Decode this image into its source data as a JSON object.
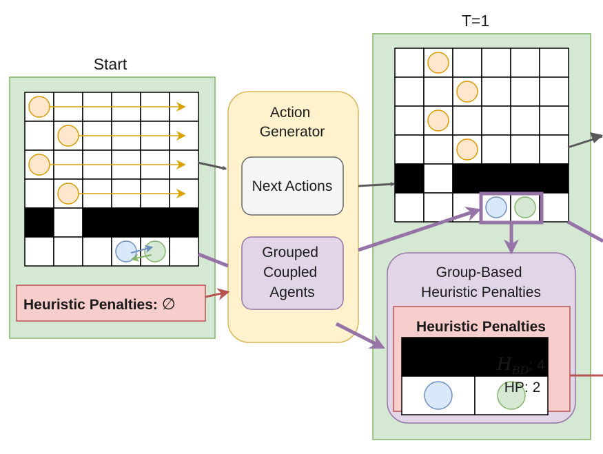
{
  "labels": {
    "start": "Start",
    "t1": "T=1",
    "action_generator_line1": "Action",
    "action_generator_line2": "Generator",
    "next_actions": "Next Actions",
    "grouped_line1": "Grouped",
    "grouped_line2": "Coupled",
    "grouped_line3": "Agents",
    "hp_left_prefix": "Heuristic Penalties: ",
    "hp_left_symbol": "∅",
    "group_based_line1": "Group-Based",
    "group_based_line2": "Heuristic Penalties",
    "hp_right_title": "Heuristic Penalties",
    "hbd_letter": "H",
    "hbd_sub": "BD",
    "hbd_value": ": 4",
    "hp_value": "HP: 2"
  },
  "colors": {
    "panel_green_fill": "#d5e8d4",
    "panel_green_stroke": "#82b366",
    "yellow_fill": "#fff2cc",
    "yellow_stroke": "#d6b656",
    "grey_fill": "#f5f5f5",
    "grey_stroke": "#666666",
    "purple_fill": "#e1d5e7",
    "purple_stroke": "#9673a6",
    "red_fill": "#f8cecc",
    "red_stroke": "#b85450",
    "orange_agent_fill": "#ffe6cc",
    "orange_agent_stroke": "#d79b00",
    "blue_agent_fill": "#dae8fc",
    "blue_agent_stroke": "#6c8ebf",
    "green_agent_fill": "#d5e8d4",
    "green_agent_stroke": "#82b366",
    "arrow_dark": "#595959",
    "arrow_orange": "#d9a400",
    "arrow_purple": "#9673a6",
    "arrow_red": "#b85450",
    "arrow_blue": "#6c8ebf",
    "arrow_green": "#82b366"
  },
  "grids": {
    "start": {
      "rows": 6,
      "cols": 6,
      "black_cells": [
        [
          4,
          0
        ],
        [
          4,
          2
        ],
        [
          4,
          3
        ],
        [
          4,
          4
        ],
        [
          4,
          5
        ]
      ],
      "orange_agents": [
        [
          0,
          0
        ],
        [
          1,
          1
        ],
        [
          2,
          0
        ],
        [
          3,
          1
        ]
      ],
      "blue_agents": [
        [
          5,
          3
        ]
      ],
      "green_agents": [
        [
          5,
          4
        ]
      ]
    },
    "t1": {
      "rows": 6,
      "cols": 6,
      "black_cells": [
        [
          4,
          0
        ],
        [
          4,
          2
        ],
        [
          4,
          3
        ],
        [
          4,
          4
        ],
        [
          4,
          5
        ]
      ],
      "orange_agents": [
        [
          0,
          1
        ],
        [
          1,
          2
        ],
        [
          2,
          1
        ],
        [
          3,
          2
        ]
      ],
      "blue_agents": [
        [
          5,
          3
        ]
      ],
      "green_agents": [
        [
          5,
          4
        ]
      ]
    },
    "penalty": {
      "rows": 2,
      "cols": 2,
      "black_cells": [
        [
          0,
          0
        ],
        [
          0,
          1
        ]
      ],
      "blue_agents": [
        [
          1,
          0
        ]
      ],
      "green_agents": [
        [
          1,
          1
        ]
      ]
    }
  }
}
